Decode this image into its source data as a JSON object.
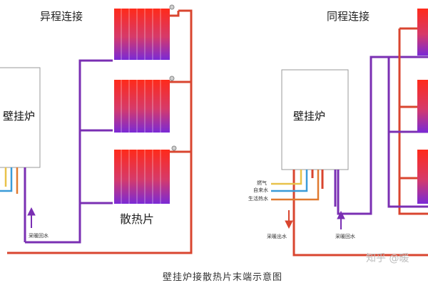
{
  "left_panel": {
    "title": "异程连接",
    "boiler_label": "壁挂炉",
    "radiator_label": "散热片",
    "flow_label": "采暖回水"
  },
  "right_panel": {
    "title": "同程连接",
    "boiler_label": "壁挂炉",
    "inlets": [
      "燃气",
      "自来水",
      "生活热水"
    ],
    "flow_out_label": "采暖出水",
    "flow_return_label": "采暖回水"
  },
  "caption": "壁挂炉接散热片末端示意图",
  "watermark": "知乎 @暖",
  "colors": {
    "supply": "#d9452f",
    "return": "#7a2fb3",
    "gas": "#e8c24a",
    "cold": "#3a9bd8",
    "hot": "#e07a30",
    "radiator_top": "#ff2a1a",
    "radiator_bottom": "#7a2ad6"
  }
}
